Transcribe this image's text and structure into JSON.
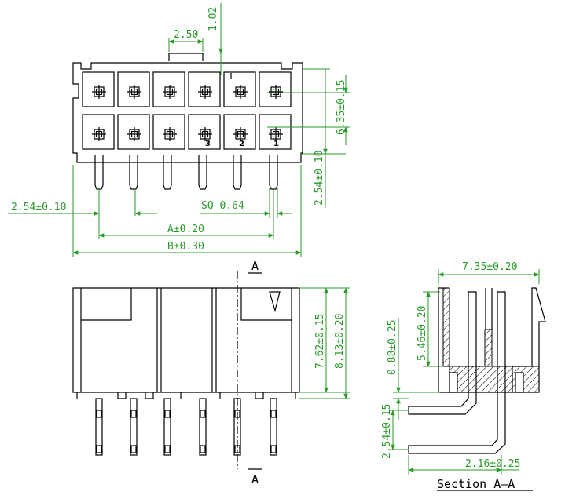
{
  "dimensions": {
    "top_pitch": "2.50",
    "top_offset": "1.02",
    "row_height": "6.35±0.15",
    "pin_length": "2.54±0.10",
    "pitch_left": "2.54±0.10",
    "pin_sq": "SQ 0.64",
    "dim_a": "A±0.20",
    "dim_b": "B±0.30",
    "front_h1": "7.62±0.15",
    "front_h2": "8.13±0.20",
    "sec_width": "7.35±0.20",
    "sec_h1": "5.46±0.20",
    "sec_h2": "0.88±0.25",
    "sec_pitch": "2.54±0.15",
    "sec_pin": "2.16±0.25"
  },
  "labels": {
    "section_top": "A",
    "section_bottom": "A",
    "section_title": "Section A—A",
    "pin_3": "3",
    "pin_2": "2",
    "pin_1": "1"
  },
  "colors": {
    "outline": "#000000",
    "dimension": "#2a9a2a"
  }
}
